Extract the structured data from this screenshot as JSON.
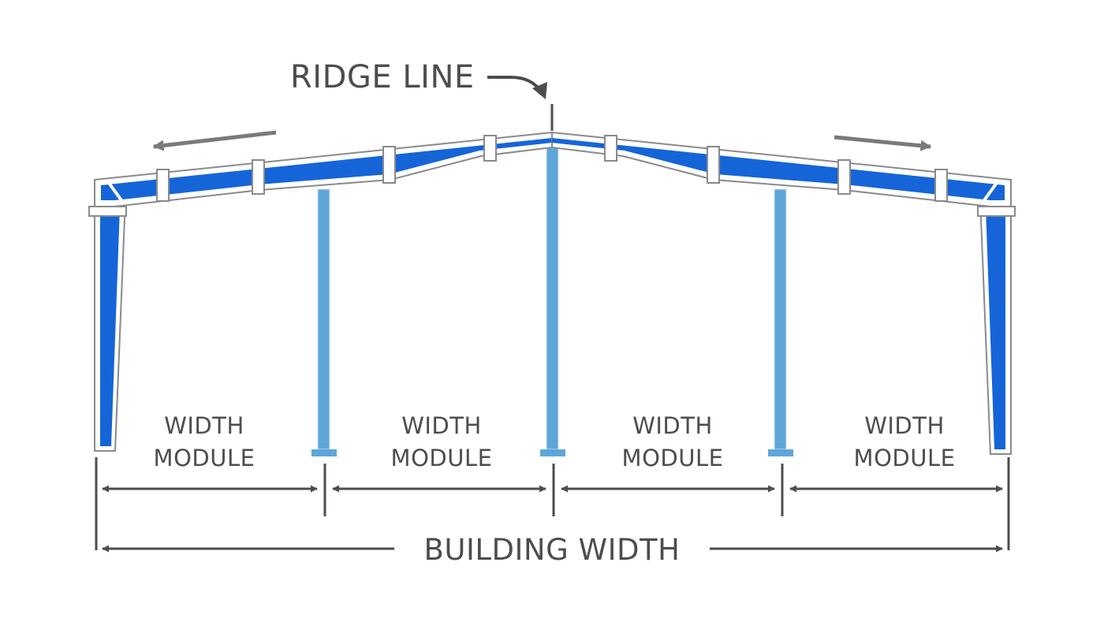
{
  "diagram": {
    "ridge_label": "RIDGE LINE",
    "modules": [
      {
        "line1": "WIDTH",
        "line2": "MODULE"
      },
      {
        "line1": "WIDTH",
        "line2": "MODULE"
      },
      {
        "line1": "WIDTH",
        "line2": "MODULE"
      },
      {
        "line1": "WIDTH",
        "line2": "MODULE"
      }
    ],
    "building_width_label": "BUILDING WIDTH",
    "colors": {
      "rafter_blue": "#1565d8",
      "column_blue": "#5ea6d8",
      "dimension_gray": "#4d4d4f",
      "outline_gray": "#8a8a8c"
    }
  }
}
